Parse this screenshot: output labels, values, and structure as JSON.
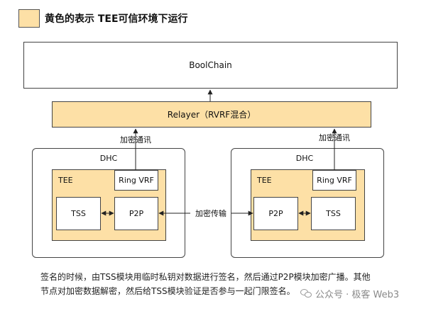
{
  "legend": {
    "title": "黄色的表示 TEE可信环境下运行",
    "swatch_color": "#fde0a6"
  },
  "boolchain": {
    "label": "BoolChain"
  },
  "relayer": {
    "label": "Relayer（RVRF混合）"
  },
  "left_link": {
    "label": "加密通讯"
  },
  "right_link": {
    "label": "加密通讯"
  },
  "left_node": {
    "title": "DHC",
    "tee_label": "TEE",
    "ring_vrf": "Ring VRF",
    "tss": "TSS",
    "p2p": "P2P"
  },
  "right_node": {
    "title": "DHC",
    "tee_label": "TEE",
    "ring_vrf": "Ring VRF",
    "tss": "TSS",
    "p2p": "P2P"
  },
  "middle_link": {
    "label": "加密传输"
  },
  "footnote": {
    "line1": "签名的时候，由TSS模块用临时私钥对数据进行签名，然后通过P2P模块加密广播。其他",
    "line2": "节点对加密数据解密，然后给TSS模块验证是否参与一起门限签名。"
  },
  "watermark": {
    "text": "公众号 · 极客 Web3"
  },
  "colors": {
    "tee_fill": "#fde0a6",
    "border": "#444444"
  }
}
